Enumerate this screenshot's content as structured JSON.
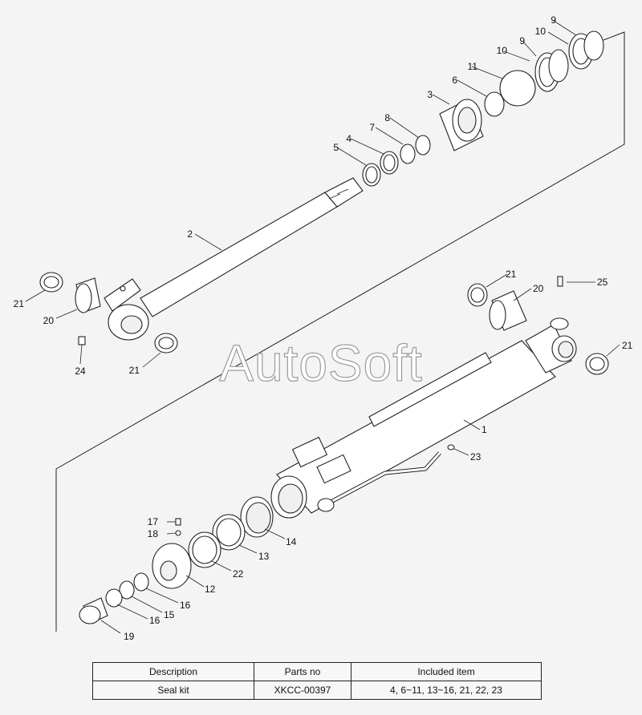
{
  "watermark": "AutoSoft",
  "callouts": {
    "c1": "1",
    "c2": "2",
    "c3": "3",
    "c4": "4",
    "c5": "5",
    "c6": "6",
    "c7": "7",
    "c8": "8",
    "c9a": "9",
    "c9b": "9",
    "c10a": "10",
    "c10b": "10",
    "c11": "11",
    "c12": "12",
    "c13": "13",
    "c14": "14",
    "c15": "15",
    "c16a": "16",
    "c16b": "16",
    "c17": "17",
    "c18": "18",
    "c19": "19",
    "c20a": "20",
    "c20b": "20",
    "c21a": "21",
    "c21b": "21",
    "c21c": "21",
    "c21d": "21",
    "c22": "22",
    "c23": "23",
    "c24": "24",
    "c25": "25"
  },
  "table": {
    "headers": [
      "Description",
      "Parts no",
      "Included item"
    ],
    "row": [
      "Seal kit",
      "XKCC-00397",
      "4, 6~11, 13~16, 21, 22, 23"
    ]
  },
  "colors": {
    "line": "#222222",
    "paper": "#f4f4f4",
    "watermark_outline": "#9a9a9a"
  }
}
